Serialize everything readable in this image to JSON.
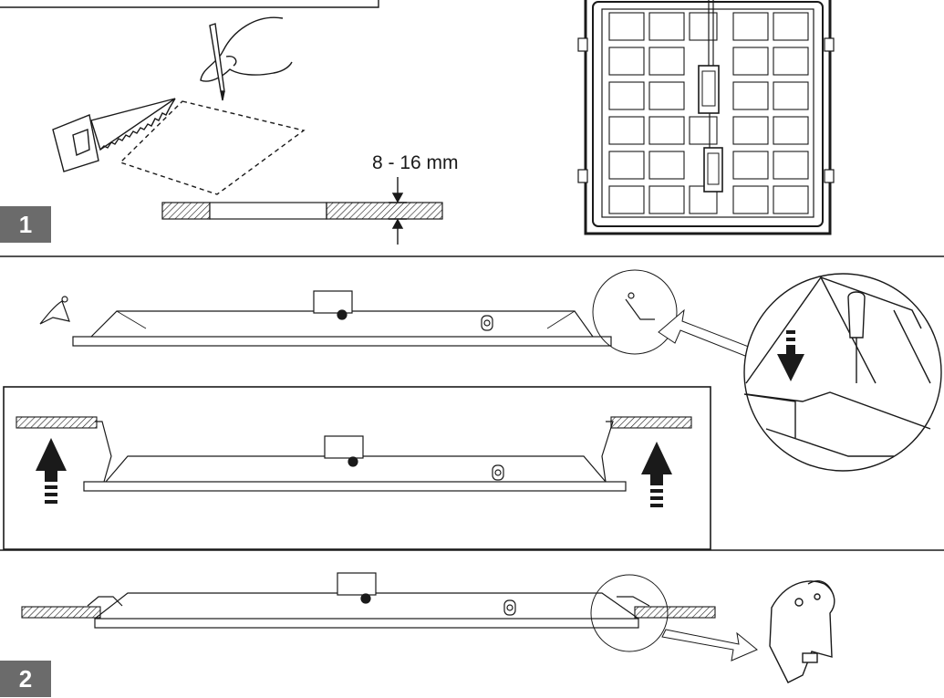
{
  "steps": [
    {
      "number": "1"
    },
    {
      "number": "2"
    }
  ],
  "cutout": {
    "thickness_label": "8 - 16 mm"
  },
  "icons": [
    "hand-pencil-icon",
    "hand-saw-icon",
    "screwdriver-icon",
    "spring-clip-icon",
    "arrow-up-icon",
    "arrow-down-icon",
    "callout-arrow-icon"
  ],
  "colors": {
    "ink": "#1a1a1a",
    "badge": "#6b6b6b",
    "paper": "#ffffff"
  }
}
